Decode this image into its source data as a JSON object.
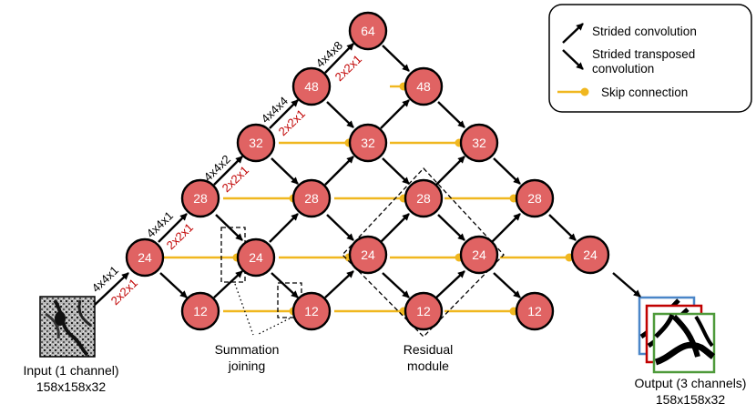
{
  "nodes": [
    {
      "id": "n-l1-a",
      "label": "24"
    },
    {
      "id": "n-l2-a",
      "label": "28"
    },
    {
      "id": "n-l3-a",
      "label": "32"
    },
    {
      "id": "n-l4-a",
      "label": "48"
    },
    {
      "id": "n-l5",
      "label": "64"
    },
    {
      "id": "n-l0-a",
      "label": "12"
    },
    {
      "id": "n-l1-b",
      "label": "24"
    },
    {
      "id": "n-l2-b",
      "label": "28"
    },
    {
      "id": "n-l3-b",
      "label": "32"
    },
    {
      "id": "n-l4-b",
      "label": "48"
    },
    {
      "id": "n-l0-b",
      "label": "12"
    },
    {
      "id": "n-l1-c",
      "label": "24"
    },
    {
      "id": "n-l2-c",
      "label": "28"
    },
    {
      "id": "n-l3-c",
      "label": "32"
    },
    {
      "id": "n-l0-c",
      "label": "12"
    },
    {
      "id": "n-l1-d",
      "label": "24"
    },
    {
      "id": "n-l2-d",
      "label": "28"
    },
    {
      "id": "n-l0-d",
      "label": "12"
    },
    {
      "id": "n-l1-e",
      "label": "24"
    }
  ],
  "encoder_labels": [
    {
      "kernel": "4x4x1",
      "stride": "2x2x1"
    },
    {
      "kernel": "4x4x1",
      "stride": "2x2x1"
    },
    {
      "kernel": "4x4x2",
      "stride": "2x2x1"
    },
    {
      "kernel": "4x4x4",
      "stride": "2x2x1"
    },
    {
      "kernel": "4x4x8",
      "stride": "2x2x1"
    }
  ],
  "legend": {
    "strided": "Strided convolution",
    "transposed_line1": "Strided transposed",
    "transposed_line2": "convolution",
    "skip": "Skip connection"
  },
  "annotations": {
    "summation_line1": "Summation",
    "summation_line2": "joining",
    "residual_line1": "Residual",
    "residual_line2": "module"
  },
  "input": {
    "line1": "Input (1 channel)",
    "line2": "158x158x32"
  },
  "output": {
    "line1": "Output (3 channels)",
    "line2": "158x158x32"
  },
  "colors": {
    "node_fill": "#e06363",
    "skip_connection": "#f0b71f",
    "stride_label": "#c00000",
    "output_frames": [
      "#4a86c8",
      "#c00000",
      "#4e9a3a"
    ]
  }
}
